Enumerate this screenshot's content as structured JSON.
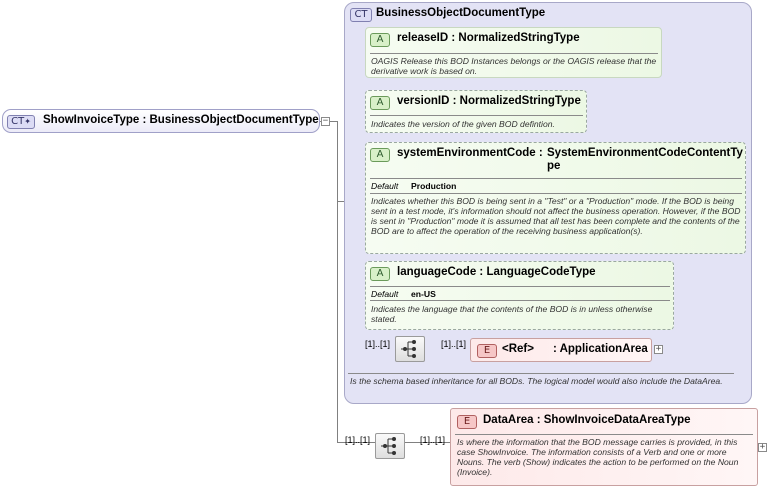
{
  "root": {
    "badge": "CT",
    "title": "ShowInvoiceType : BusinessObjectDocumentType"
  },
  "complex_type": {
    "badge": "CT",
    "title": "BusinessObjectDocumentType",
    "description": "Is the schema based inheritance for all BODs. The logical model would also include the DataArea."
  },
  "attributes": [
    {
      "badge": "A",
      "name": "releaseID",
      "type": "NormalizedStringType",
      "description": "OAGIS Release this BOD Instances belongs or the OAGIS release that the derivative work is based on."
    },
    {
      "badge": "A",
      "name": "versionID",
      "type": "NormalizedStringType",
      "description": "Indicates the version of the given BOD defintion."
    },
    {
      "badge": "A",
      "name": "systemEnvironmentCode",
      "type_line1": "SystemEnvironmentCodeContentTy",
      "type_line2": "pe",
      "default_label": "Default",
      "default_value": "Production",
      "description": "Indicates whether this BOD is being sent in a \"Test\" or a \"Production\" mode. If the BOD is being sent in a test mode, it's information should not affect the business operation. However, if the BOD is sent in \"Production\" mode it is assumed that all test has been complete and the contents of the BOD are to affect the operation of the receiving business application(s)."
    },
    {
      "badge": "A",
      "name": "languageCode",
      "type": "LanguageCodeType",
      "default_label": "Default",
      "default_value": "en-US",
      "description": "Indicates the language that the contents of the BOD is in unless otherwise stated."
    }
  ],
  "sequence_inner": {
    "mult_in": "[1]..[1]",
    "mult_out": "[1]..[1]",
    "element": {
      "badge": "E",
      "ref": "<Ref>",
      "name": ": ApplicationArea"
    }
  },
  "sequence_outer": {
    "mult_in": "[1]..[1]",
    "mult_out": "[1]..[1]",
    "element": {
      "badge": "E",
      "name": "DataArea",
      "type": "ShowInvoiceDataAreaType",
      "description": "Is where the information that the BOD message carries is provided, in this case ShowInvoice. The information consists of a Verb and one or more Nouns. The verb (Show) indicates the action to be performed on the Noun (Invoice)."
    }
  },
  "toggles": {
    "collapse": "−",
    "expand": "+"
  },
  "colors": {
    "complex_type_bg": "#e3e3f5",
    "attribute_bg": "#ecf8e4",
    "element_bg": "#fde9e9",
    "connector": "#808080"
  }
}
